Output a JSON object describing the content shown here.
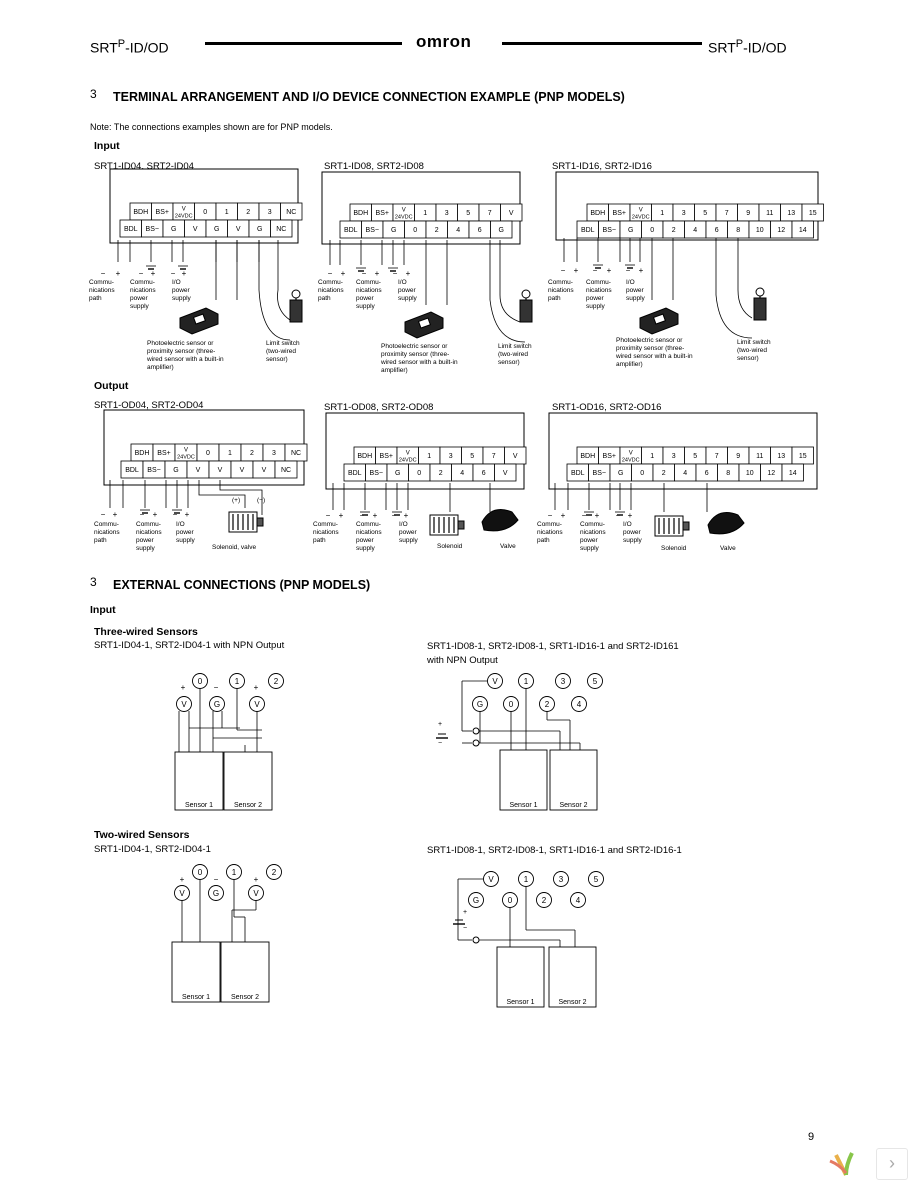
{
  "header": {
    "left_prefix": "SRT",
    "left_sup": "P",
    "left_suffix": "-ID/OD",
    "logo": "omron",
    "right_prefix": "SRT",
    "right_sup": "P",
    "right_suffix": "-ID/OD"
  },
  "section1": {
    "bullet": "3",
    "title": "TERMINAL ARRANGEMENT AND I/O DEVICE CONNECTION EXAMPLE (PNP MODELS)",
    "note": "Note: The connections examples shown are for PNP models.",
    "input_label": "Input",
    "output_label": "Output",
    "input_models": [
      "SRT1-ID04, SRT2-ID04",
      "SRT1-ID08, SRT2-ID08",
      "SRT1-ID16, SRT2-ID16"
    ],
    "output_models": [
      "SRT1-OD04, SRT2-OD04",
      "SRT1-OD08, SRT2-OD08",
      "SRT1-OD16, SRT2-OD16"
    ],
    "id04_top": [
      "BDH",
      "BS+",
      "V\n24VDC",
      "0",
      "1",
      "2",
      "3",
      "NC"
    ],
    "id04_bottom": [
      "BDL",
      "BS−",
      "G",
      "V",
      "G",
      "V",
      "G",
      "NC"
    ],
    "id08_top": [
      "BDH",
      "BS+",
      "V\n24VDC",
      "1",
      "3",
      "5",
      "7",
      "V"
    ],
    "id08_bottom": [
      "BDL",
      "BS−",
      "G",
      "0",
      "2",
      "4",
      "6",
      "G"
    ],
    "id16_top": [
      "BDH",
      "BS+",
      "V\n24VDC",
      "1",
      "3",
      "5",
      "7",
      "9",
      "11",
      "13",
      "15"
    ],
    "id16_bottom": [
      "BDL",
      "BS−",
      "G",
      "0",
      "2",
      "4",
      "6",
      "8",
      "10",
      "12",
      "14"
    ],
    "od04_top": [
      "BDH",
      "BS+",
      "V\n24VDC",
      "0",
      "1",
      "2",
      "3",
      "NC"
    ],
    "od04_bottom": [
      "BDL",
      "BS−",
      "G",
      "V",
      "V",
      "V",
      "V",
      "NC"
    ],
    "od08_top": [
      "BDH",
      "BS+",
      "V\n24VDC",
      "1",
      "3",
      "5",
      "7",
      "V"
    ],
    "od08_bottom": [
      "BDL",
      "BS−",
      "G",
      "0",
      "2",
      "4",
      "6",
      "V"
    ],
    "od16_top": [
      "BDH",
      "BS+",
      "V\n24VDC",
      "1",
      "3",
      "5",
      "7",
      "9",
      "11",
      "13",
      "15"
    ],
    "od16_bottom": [
      "BDL",
      "BS−",
      "G",
      "0",
      "2",
      "4",
      "6",
      "8",
      "10",
      "12",
      "14"
    ],
    "labels": {
      "comm_path": "Commu-\nnications\npath",
      "comm_power": "Commu-\nnications\npower\nsupply",
      "io_power": "I/O\npower\nsupply",
      "photo_sensor": "Photoelectric sensor or\nproximity sensor (three-\nwired sensor with a built-in\namplifier)",
      "limit_switch": "Limit switch\n(two-wired\nsensor)",
      "solenoid_valve": "Solenoid, valve",
      "solenoid": "Solenoid",
      "valve": "Valve",
      "plus_paren": "(+)",
      "minus_paren": "(−)",
      "minus": "−",
      "plus": "+"
    }
  },
  "section2": {
    "bullet": "3",
    "title": "EXTERNAL CONNECTIONS (PNP MODELS)",
    "input_label": "Input",
    "three_wired": "Three-wired Sensors",
    "three_left_model": "SRT1-ID04-1, SRT2-ID04-1 with NPN Output",
    "three_right_model_1": "SRT1-ID08-1, SRT2-ID08-1, SRT1-ID16-1 and SRT2-ID161",
    "three_right_model_2": "with NPN Output",
    "two_wired": "Two-wired Sensors",
    "two_left_model": "SRT1-ID04-1, SRT2-ID04-1",
    "two_right_model": "SRT1-ID08-1, SRT2-ID08-1, SRT1-ID16-1 and SRT2-ID16-1",
    "sensor1": "Sensor 1",
    "sensor2": "Sensor 2",
    "left_top_circles": [
      "0",
      "1",
      "2"
    ],
    "left_bottom_circles": [
      "V",
      "G",
      "V"
    ],
    "right_top_circles": [
      "V",
      "1",
      "3",
      "5"
    ],
    "right_bottom_circles": [
      "G",
      "0",
      "2",
      "4"
    ]
  },
  "footer": {
    "page_number": "9"
  }
}
